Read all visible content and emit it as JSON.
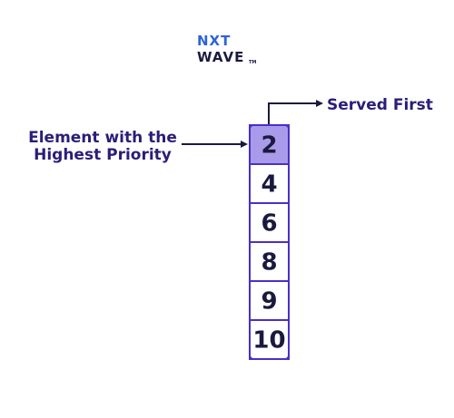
{
  "logo": {
    "line1": "NXT",
    "line2": "WAVE",
    "tm": "TM"
  },
  "labels": {
    "priority_line1": "Element with the",
    "priority_line2": "Highest Priority",
    "served": "Served First"
  },
  "queue": [
    "2",
    "4",
    "6",
    "8",
    "9",
    "10"
  ],
  "highlight_index": 0,
  "colors": {
    "brand": "#1e1b6b",
    "text": "#2a1e78",
    "cell_border": "#4b2fc7",
    "highlight_fill": "#a99be9",
    "logo_blue": "#2d63d8",
    "logo_dark": "#1a1a40"
  }
}
